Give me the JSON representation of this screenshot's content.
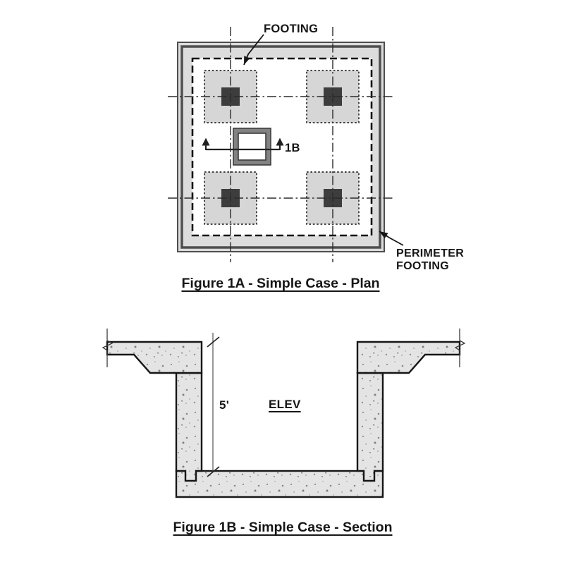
{
  "figure_1a": {
    "caption": "Figure 1A - Simple Case - Plan",
    "labels": {
      "footing": "FOOTING",
      "perimeter_line1": "PERIMETER",
      "perimeter_line2": "FOOTING",
      "section_marker": "1B"
    },
    "footing_pad_count": 4
  },
  "figure_1b": {
    "caption": "Figure 1B - Simple Case - Section",
    "labels": {
      "pit_depth": "5'",
      "room": "ELEV"
    }
  },
  "colors": {
    "ink": "#1a1a1a",
    "wall_outline": "#4e4e4e",
    "wall_band_fill": "#dcdcdc",
    "footing_pad_fill": "#d6d6d6",
    "column_fill": "#3d3d3d",
    "shaft_band_fill": "#828282",
    "concrete_fill": "#e4e4e4",
    "background": "#ffffff"
  }
}
